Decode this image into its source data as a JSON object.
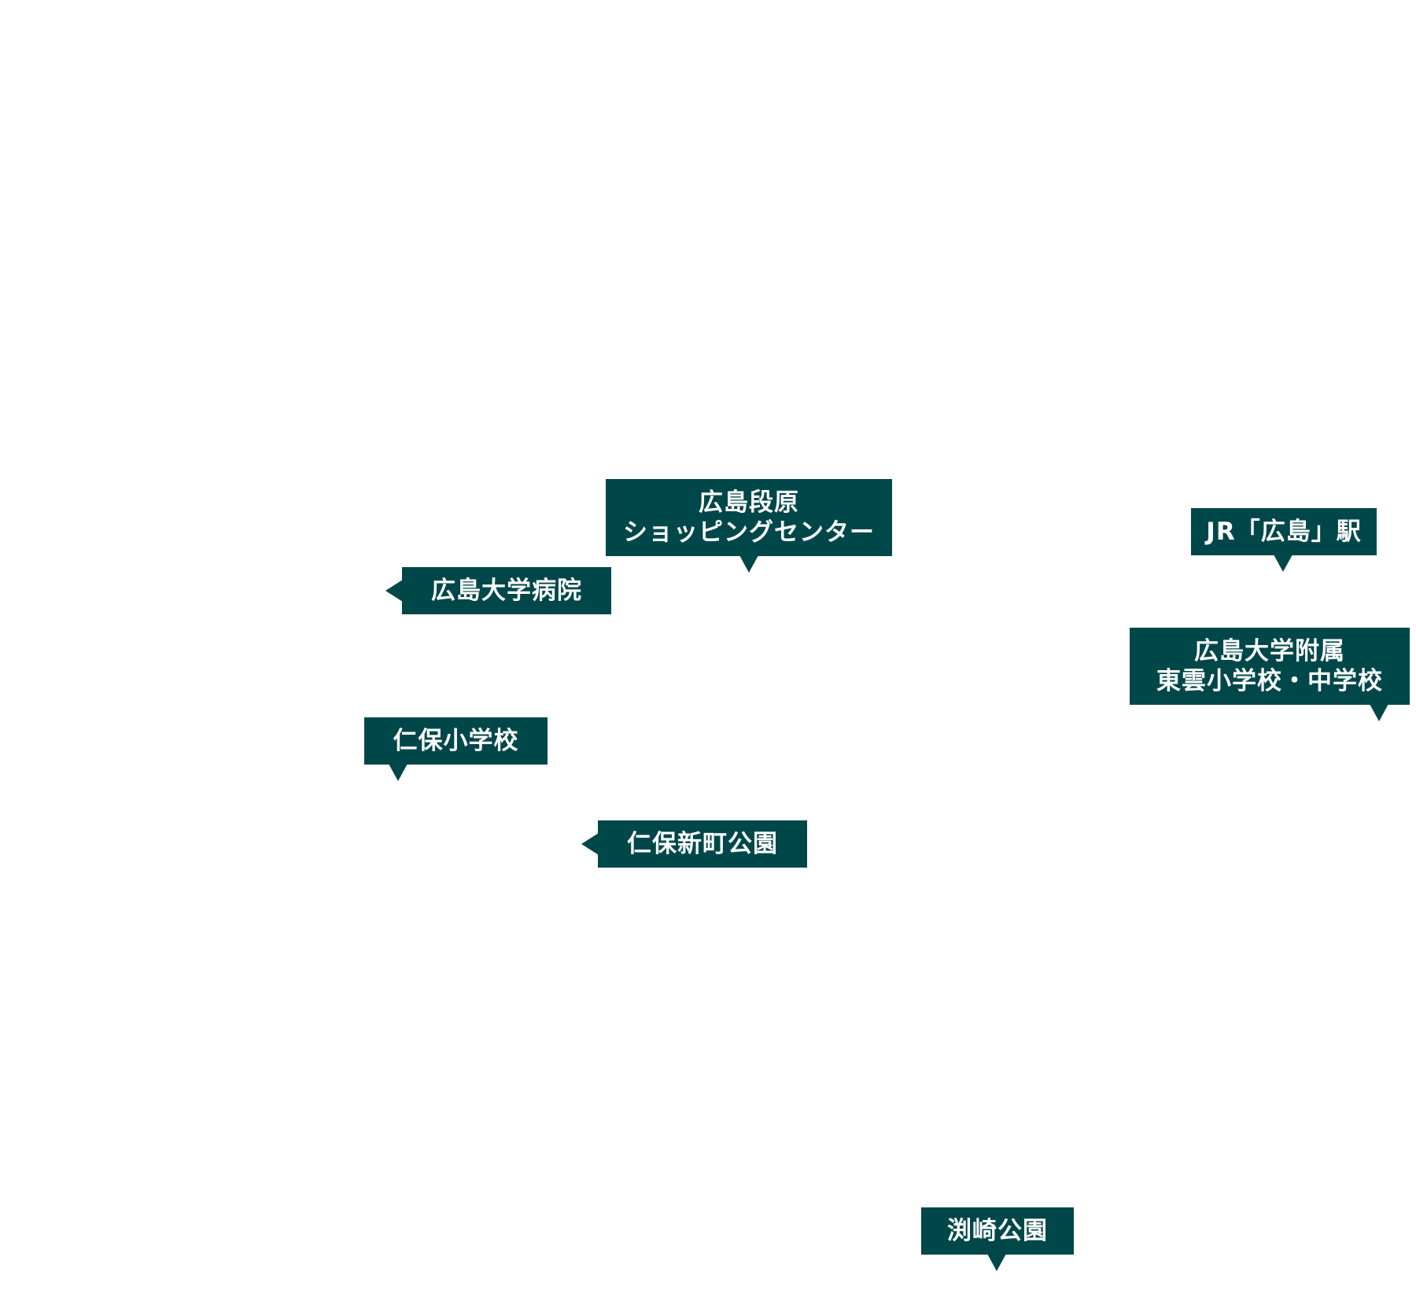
{
  "map": {
    "colors": {
      "label_bg": "#00474a",
      "label_text": "#ffffff",
      "background": "#ffffff"
    },
    "labels": [
      {
        "id": "shopping_center",
        "lines": [
          "広島段原",
          "ショッピングセンター"
        ],
        "pointer": "down"
      },
      {
        "id": "jr_hiroshima",
        "lines": [
          "JR「広島」駅"
        ],
        "pointer": "down"
      },
      {
        "id": "university_hospital",
        "lines": [
          "広島大学病院"
        ],
        "pointer": "left"
      },
      {
        "id": "attached_school",
        "lines": [
          "広島大学附属",
          "東雲小学校・中学校"
        ],
        "pointer": "down"
      },
      {
        "id": "niho_elementary",
        "lines": [
          "仁保小学校"
        ],
        "pointer": "down"
      },
      {
        "id": "niho_park",
        "lines": [
          "仁保新町公園"
        ],
        "pointer": "left"
      },
      {
        "id": "fuchizaki_park",
        "lines": [
          "渕崎公園"
        ],
        "pointer": "down"
      }
    ]
  }
}
